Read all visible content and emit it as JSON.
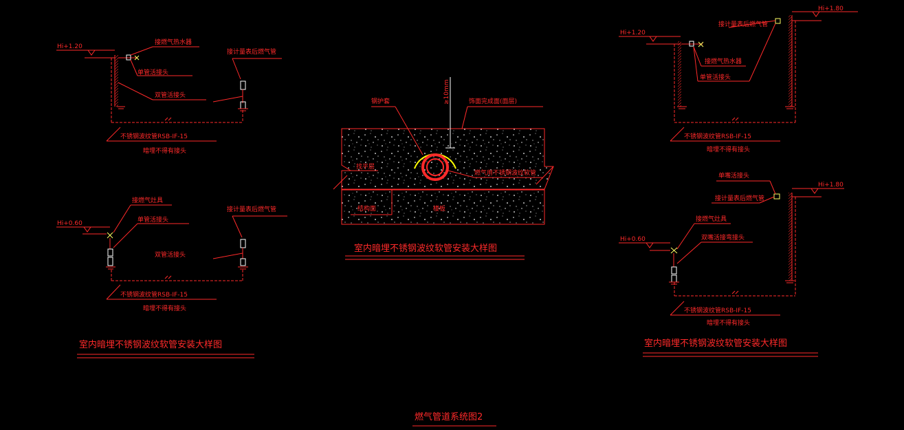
{
  "colors": {
    "background": "#000000",
    "line": "#ff2a2a",
    "text": "#ff2a2a",
    "pipe": "#ffffff",
    "valve": "#ffff66",
    "sleeve": "#ffff00"
  },
  "elevations": {
    "tl": "Hi+1.20",
    "bl": "Hi+0.60",
    "tr_left": "Hi+1.20",
    "tr_right": "Hi+1.80",
    "br_left": "Hi+0.60",
    "br_right": "Hi+1.80"
  },
  "labels": {
    "gas_appliance": "接燃气热水器",
    "stove": "接燃气灶具",
    "after_meter": "接计量表后燃气管",
    "single_connector": "单管活接头",
    "double_connector": "双管活接头",
    "ss_pipe": "不锈钢波纹管RSB-IF-15",
    "no_joint": "暗埋不得有接头",
    "nozzle": "单嘴活接头",
    "elbow": "双嘴活接弯接头"
  },
  "section": {
    "protect_pipe": "钢护套",
    "depth": "≥10mm",
    "finish_layer": "饰面完成面(面层)",
    "protect_layer": "找平层",
    "gas_pipe": "燃气用不锈钢波纹软管",
    "structure": "结构面",
    "floor": "楼板"
  },
  "titles": {
    "left": "室内暗埋不锈钢波纹软管安装大样图",
    "center": "室内暗埋不锈钢波纹软管安装大样图",
    "right": "室内暗埋不锈钢波纹软管安装大样图",
    "main": "燃气管道系统图2"
  }
}
